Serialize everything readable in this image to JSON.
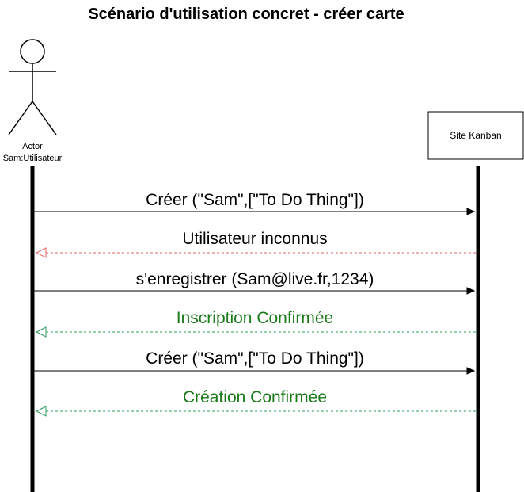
{
  "title": "Scénario d'utilisation concret - créer carte",
  "actor": {
    "kind": "Actor",
    "name": "Sam:Utilisateur"
  },
  "system": {
    "name": "Site Kanban"
  },
  "colors": {
    "line": "#000000",
    "error_return": "#e06666",
    "success_return": "#2e9e5e",
    "success_text": "#1a7a1a",
    "default_text": "#000000"
  },
  "messages": [
    {
      "id": "m1",
      "label": "Créer (\"Sam\",[\"To Do Thing\"])",
      "direction": "to-system",
      "style": "solid",
      "color": "#000000",
      "text_color": "#000000"
    },
    {
      "id": "m2",
      "label": "Utilisateur inconnus",
      "direction": "to-actor",
      "style": "dashed",
      "color": "#e06666",
      "text_color": "#000000"
    },
    {
      "id": "m3",
      "label": "s'enregistrer (Sam@live.fr,1234)",
      "direction": "to-system",
      "style": "solid",
      "color": "#000000",
      "text_color": "#000000"
    },
    {
      "id": "m4",
      "label": "Inscription Confirmée",
      "direction": "to-actor",
      "style": "dashed",
      "color": "#2e9e5e",
      "text_color": "#1a7a1a"
    },
    {
      "id": "m5",
      "label": "Créer (\"Sam\",[\"To Do Thing\"])",
      "direction": "to-system",
      "style": "solid",
      "color": "#000000",
      "text_color": "#000000"
    },
    {
      "id": "m6",
      "label": "Création Confirmée",
      "direction": "to-actor",
      "style": "dashed",
      "color": "#2e9e5e",
      "text_color": "#1a7a1a"
    }
  ]
}
